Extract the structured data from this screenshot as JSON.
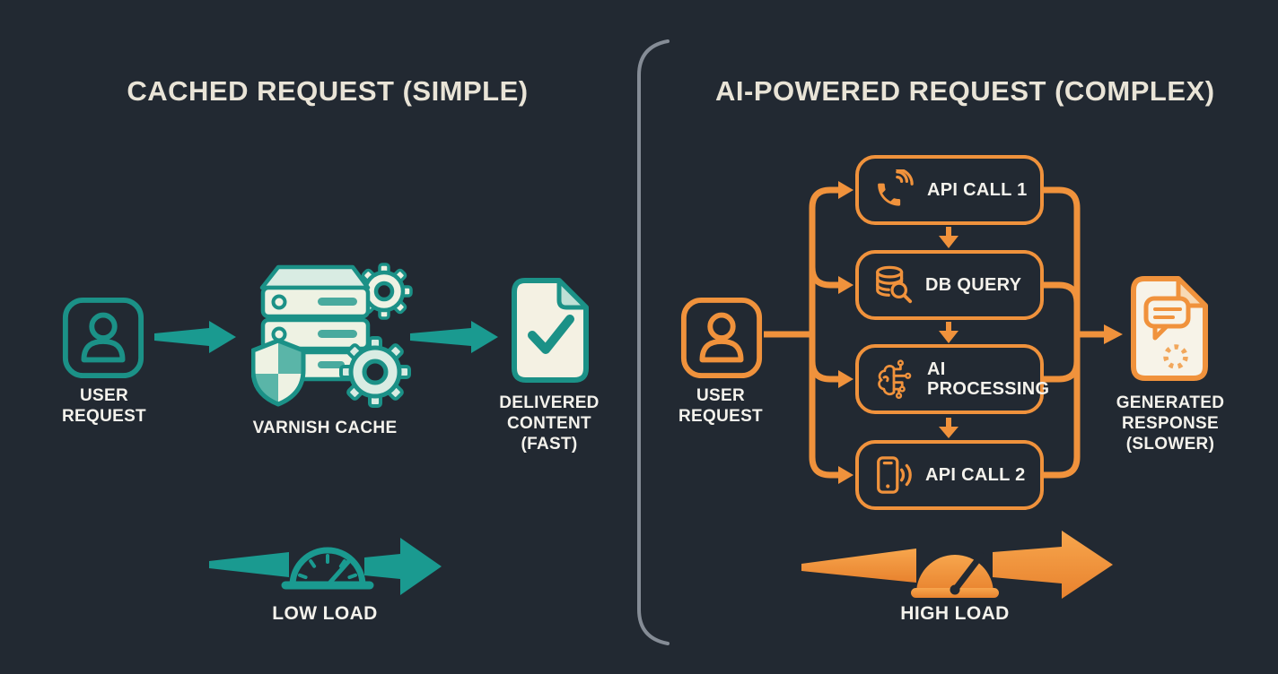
{
  "colors": {
    "background": "#222932",
    "teal": "#1a9a90",
    "teal_stroke": "#1b9187",
    "cream": "#eef2e3",
    "light_teal": "#bfe0d6",
    "orange": "#f0923c",
    "orange_light": "#f7a64d",
    "title_text": "#e9e4d7",
    "label_text": "#f4f2ec",
    "divider": "#858c96"
  },
  "left_panel": {
    "title": "CACHED REQUEST (SIMPLE)",
    "user": {
      "label": "USER REQUEST",
      "icon": "user-icon"
    },
    "cache": {
      "label": "VARNISH CACHE",
      "icon": "server-cache-icon"
    },
    "delivered": {
      "label": "DELIVERED CONTENT (FAST)",
      "icon": "document-check-icon"
    },
    "load": {
      "label": "LOW LOAD",
      "icon": "speedometer-icon"
    }
  },
  "right_panel": {
    "title": "AI-POWERED REQUEST (COMPLEX)",
    "user": {
      "label": "USER REQUEST",
      "icon": "user-icon"
    },
    "steps": [
      {
        "label": "API CALL 1",
        "icon": "phone-call-icon"
      },
      {
        "label": "DB QUERY",
        "icon": "database-search-icon"
      },
      {
        "label": "AI PROCESSING",
        "icon": "ai-brain-icon"
      },
      {
        "label": "API CALL 2",
        "icon": "smartphone-signal-icon"
      }
    ],
    "response": {
      "label": "GENERATED RESPONSE (SLOWER)",
      "icon": "document-response-icon"
    },
    "load": {
      "label": "HIGH LOAD",
      "icon": "speedometer-icon"
    }
  }
}
